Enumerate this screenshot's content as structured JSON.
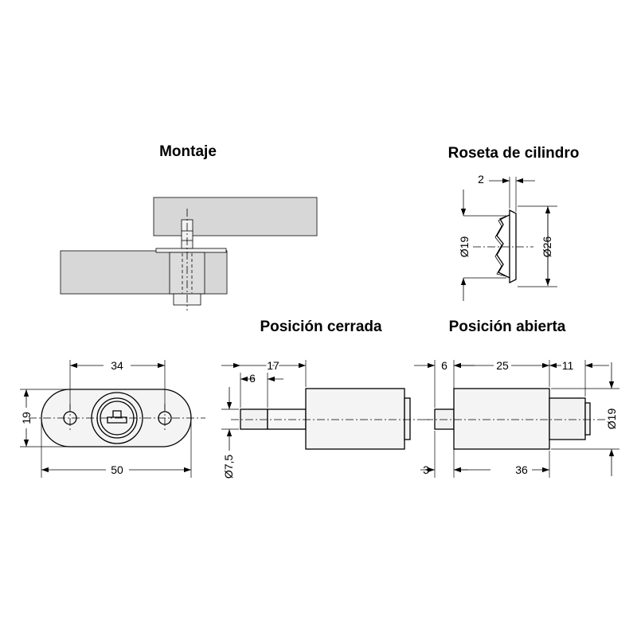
{
  "titles": {
    "montaje": "Montaje",
    "roseta": "Roseta de cilindro",
    "cerrada": "Posición cerrada",
    "abierta": "Posición abierta"
  },
  "dimensions": {
    "roseta_thickness": "2",
    "roseta_inner_dia": "Ø19",
    "roseta_outer_dia": "Ø26",
    "front_width_holes": "34",
    "front_height": "19",
    "front_total_width": "50",
    "cerrada_length": "17",
    "cerrada_pin": "6",
    "cerrada_pin_dia": "Ø7,5",
    "abierta_pin": "6",
    "abierta_body": "25",
    "abierta_ext": "11",
    "abierta_dia": "Ø19",
    "abierta_offset": "3",
    "abierta_total": "36"
  },
  "colors": {
    "board": "#d7d7d7",
    "part": "#f2f2f2",
    "line": "#000000"
  }
}
